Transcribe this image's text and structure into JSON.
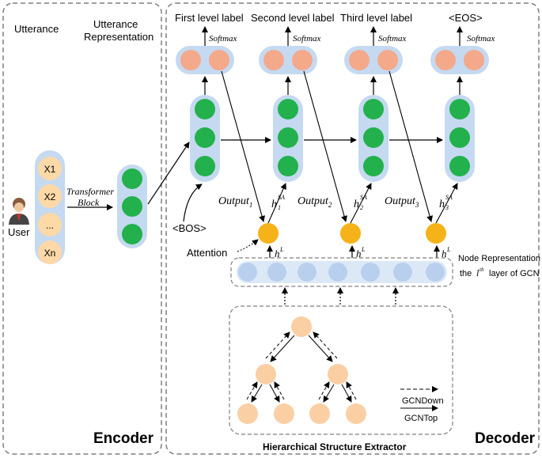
{
  "encoder": {
    "utterance_label": "Utterance",
    "utterance_rep_label_line1": "Utterance",
    "utterance_rep_label_line2": "Representation",
    "user_label": "User",
    "tokens": [
      "X1",
      "X2",
      "...",
      "Xn"
    ],
    "transformer_line1": "Transformer",
    "transformer_line2": "Block",
    "panel_title": "Encoder"
  },
  "decoder": {
    "panel_title": "Decoder",
    "level_labels": [
      "First level label",
      "Second level label",
      "Third level label",
      "<EOS>"
    ],
    "softmax": "Softmax",
    "bos": "<BOS>",
    "output_labels": [
      {
        "base": "Output",
        "sub": "1"
      },
      {
        "base": "Output",
        "sub": "2"
      },
      {
        "base": "Output",
        "sub": "3"
      }
    ],
    "hidden_labels": [
      {
        "base": "h",
        "sub": "1",
        "sup": "SA"
      },
      {
        "base": "h",
        "sub": "2",
        "sup": "SA"
      },
      {
        "base": "h",
        "sub": "3",
        "sup": "SA"
      }
    ],
    "hl_label": {
      "base": "h",
      "sup": "L"
    },
    "attention_label": "Attention",
    "node_rep_line1": "Node Representation",
    "node_rep_line2_pre": "the",
    "node_rep_line2_l": "l",
    "node_rep_line2_sup": "th",
    "node_rep_line2_post": "layer of  GCN",
    "extractor_title": "Hierarchical Structure Extractor",
    "legend_down": "GCNDown",
    "legend_top": "GCNTop"
  },
  "colors": {
    "green": "#22b14c",
    "orange": "#f4a98a",
    "light_blue": "#c5d9f1",
    "node_blue": "#b8d0ee",
    "yellow": "#f5b219",
    "tree_node": "#fbcfa4",
    "panel_border": "#7f7f7f"
  }
}
